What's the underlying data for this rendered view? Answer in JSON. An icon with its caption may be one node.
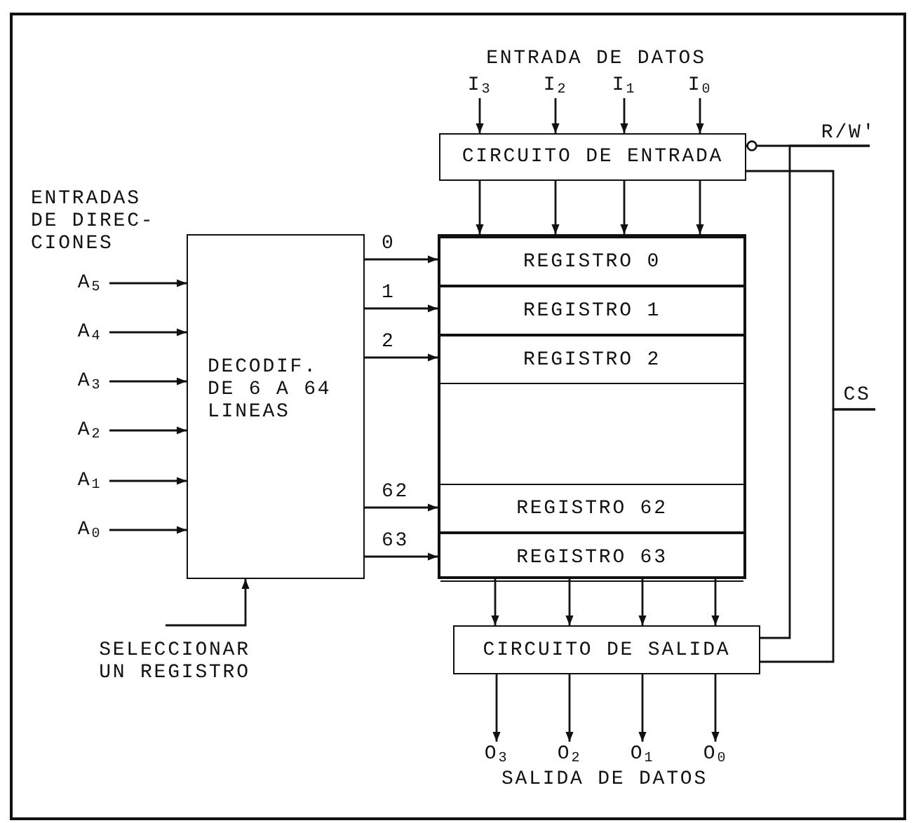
{
  "diagram": {
    "nodes": [
      {
        "text": [
          "I$_{3}$"
        ]
      },
      {
        "text": [
          "I$_{2}$"
        ]
      },
      {
        "text": [
          "I$_{1}$"
        ]
      },
      {
        "text": [
          "I$_{0}$"
        ]
      },
      {
        "text": [
          "CIRCUITO DE ENTRADA"
        ]
      },
      {
        "text": [
          "R/W'"
        ]
      },
      {
        "text": [
          "DECODIF. DE 6 A 64 LINEAS"
        ]
      },
      {
        "text": [],
        "shape": "box"
      },
      {
        "text": [
          "REGISTRO 0"
        ],
        "in": 7
      },
      {
        "text": [
          "REGISTRO 1"
        ],
        "in": 7
      },
      {
        "text": [
          "REGISTRO 2"
        ],
        "in": 7
      },
      {
        "text": [
          "REGISTRO 62"
        ],
        "in": 7
      },
      {
        "text": [
          "REGISTRO 63"
        ],
        "in": 7
      },
      {
        "text": [
          "CS"
        ]
      },
      {
        "text": [
          "A$_{5}$"
        ]
      },
      {
        "text": [
          "A$_{4}$"
        ]
      },
      {
        "text": [
          "A$_{3}$"
        ]
      },
      {
        "text": [
          "A$_{2}$"
        ]
      },
      {
        "text": [
          "A$_{1}$"
        ]
      },
      {
        "text": [
          "A$_{0}$"
        ]
      },
      {
        "text": [
          "SELECCIONAR UN REGISTRO"
        ]
      },
      {
        "text": [
          "CIRCUITO DE SALIDA"
        ]
      },
      {
        "text": [
          "O$_{3}$"
        ]
      },
      {
        "text": [
          "O$_{2}$"
        ]
      },
      {
        "text": [
          "O$_{1}$"
        ]
      },
      {
        "text": [
          "O$_{0}$"
        ]
      }
    ],
    "edges": [
      {
        "from": 0,
        "to": 4,
        "arrow": "to"
      },
      {
        "from": 1,
        "to": 4,
        "arrow": "to"
      },
      {
        "from": 2,
        "to": 4,
        "arrow": "to"
      },
      {
        "from": 3,
        "to": 4,
        "arrow": "to"
      },
      {
        "from": 4,
        "to": 7,
        "arrow": "to"
      },
      {
        "from": 4,
        "to": 7,
        "arrow": "to"
      },
      {
        "from": 4,
        "to": 7,
        "arrow": "to"
      },
      {
        "from": 4,
        "to": 7,
        "arrow": "to"
      },
      {
        "from": 5,
        "to": 4,
        "arrow": "other"
      },
      {
        "from": 5,
        "to": 21,
        "arrow": "none"
      },
      {
        "from": 13,
        "to": 4,
        "arrow": "none"
      },
      {
        "from": 13,
        "to": 21,
        "arrow": "none"
      },
      {
        "from": 14,
        "to": 6,
        "arrow": "to"
      },
      {
        "from": 15,
        "to": 6,
        "arrow": "to"
      },
      {
        "from": 16,
        "to": 6,
        "arrow": "to"
      },
      {
        "from": 17,
        "to": 6,
        "arrow": "to"
      },
      {
        "from": 18,
        "to": 6,
        "arrow": "to"
      },
      {
        "from": 19,
        "to": 6,
        "arrow": "to"
      },
      {
        "from": 6,
        "to": 8,
        "arrow": "to",
        "label": "0"
      },
      {
        "from": 6,
        "to": 9,
        "arrow": "to",
        "label": "1"
      },
      {
        "from": 6,
        "to": 10,
        "arrow": "to",
        "label": "2"
      },
      {
        "from": 6,
        "to": 11,
        "arrow": "to",
        "label": "62"
      },
      {
        "from": 6,
        "to": 12,
        "arrow": "to",
        "label": "63"
      },
      {
        "from": 20,
        "to": 6,
        "arrow": "to"
      },
      {
        "from": 7,
        "to": 21,
        "arrow": "to"
      },
      {
        "from": 7,
        "to": 21,
        "arrow": "to"
      },
      {
        "from": 7,
        "to": 21,
        "arrow": "to"
      },
      {
        "from": 7,
        "to": 21,
        "arrow": "to"
      },
      {
        "from": 21,
        "to": 22,
        "arrow": "to"
      },
      {
        "from": 21,
        "to": 23,
        "arrow": "to"
      },
      {
        "from": 21,
        "to": 24,
        "arrow": "to"
      },
      {
        "from": 21,
        "to": 25,
        "arrow": "to"
      }
    ],
    "labels": [
      "ENTRADA DE DATOS",
      "ENTRADAS DE DIREC- CIONES",
      "SALIDA DE DATOS"
    ]
  }
}
